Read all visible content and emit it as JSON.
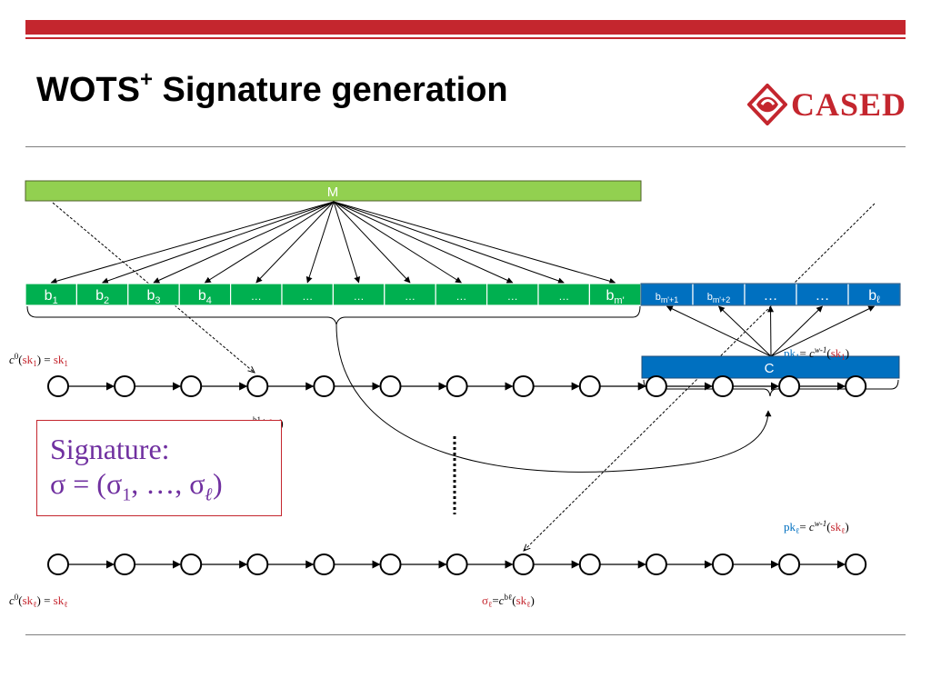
{
  "title": {
    "text": "WOTS",
    "sup": "+",
    "rest": " Signature generation"
  },
  "logo": {
    "text": "CASED"
  },
  "colors": {
    "red": "#c4262e",
    "green": "#92d050",
    "green_dark": "#00b050",
    "blue": "#0070c0",
    "purple": "#7030a0"
  },
  "message": {
    "label": "M"
  },
  "green_blocks": [
    {
      "main": "b",
      "sub": "1"
    },
    {
      "main": "b",
      "sub": "2"
    },
    {
      "main": "b",
      "sub": "3"
    },
    {
      "main": "b",
      "sub": "4"
    },
    {
      "main": "…",
      "sub": ""
    },
    {
      "main": "…",
      "sub": ""
    },
    {
      "main": "…",
      "sub": ""
    },
    {
      "main": "…",
      "sub": ""
    },
    {
      "main": "…",
      "sub": ""
    },
    {
      "main": "…",
      "sub": ""
    },
    {
      "main": "…",
      "sub": ""
    },
    {
      "main": "b",
      "sub": "m'"
    }
  ],
  "blue_blocks": [
    {
      "main": "b",
      "sub": "m'+1",
      "small": true
    },
    {
      "main": "b",
      "sub": "m'+2",
      "small": true
    },
    {
      "main": "…",
      "sub": ""
    },
    {
      "main": "…",
      "sub": ""
    },
    {
      "main": "b",
      "sub": "ℓ"
    }
  ],
  "checksum": {
    "label": "C"
  },
  "labels": {
    "top_start": {
      "pre": "c",
      "sup": "0",
      "open": "(",
      "sk": "sk",
      "sub": "1",
      "close": ") = ",
      "sk2": "sk",
      "sub2": "1"
    },
    "top_end": {
      "pk": "pk",
      "sub": "1",
      "eq": "= ",
      "c": "c",
      "sup": "w-1",
      "open": "(",
      "sk": "sk",
      "sub2": "1",
      "close": ")"
    },
    "top_sigma_fragment": {
      "sup": "b1",
      "open": "(",
      "sk": "sk",
      "sub": "1",
      "close": ")"
    },
    "bottom_start": {
      "pre": "c",
      "sup": "0",
      "open": "(",
      "sk": "sk",
      "sub": "ℓ",
      "close": ") = ",
      "sk2": "sk",
      "sub2": "ℓ"
    },
    "bottom_end": {
      "pk": "pk",
      "sub": "ℓ",
      "eq": "= ",
      "c": "c",
      "sup": "w-1",
      "open": "(",
      "sk": "sk",
      "sub2": "ℓ",
      "close": ")"
    },
    "bottom_sigma": {
      "sigma": "σ",
      "sub": "ℓ",
      "eq": "=",
      "c": "c",
      "sup": "bℓ",
      "open": "(",
      "sk": "sk",
      "sub2": "ℓ",
      "close": ")"
    }
  },
  "signature": {
    "line1": "Signature:",
    "sigma": "σ",
    "eq": " = (σ",
    "sub1": "1",
    "mid": ", …, σ",
    "subl": "ℓ",
    "close": ")"
  }
}
